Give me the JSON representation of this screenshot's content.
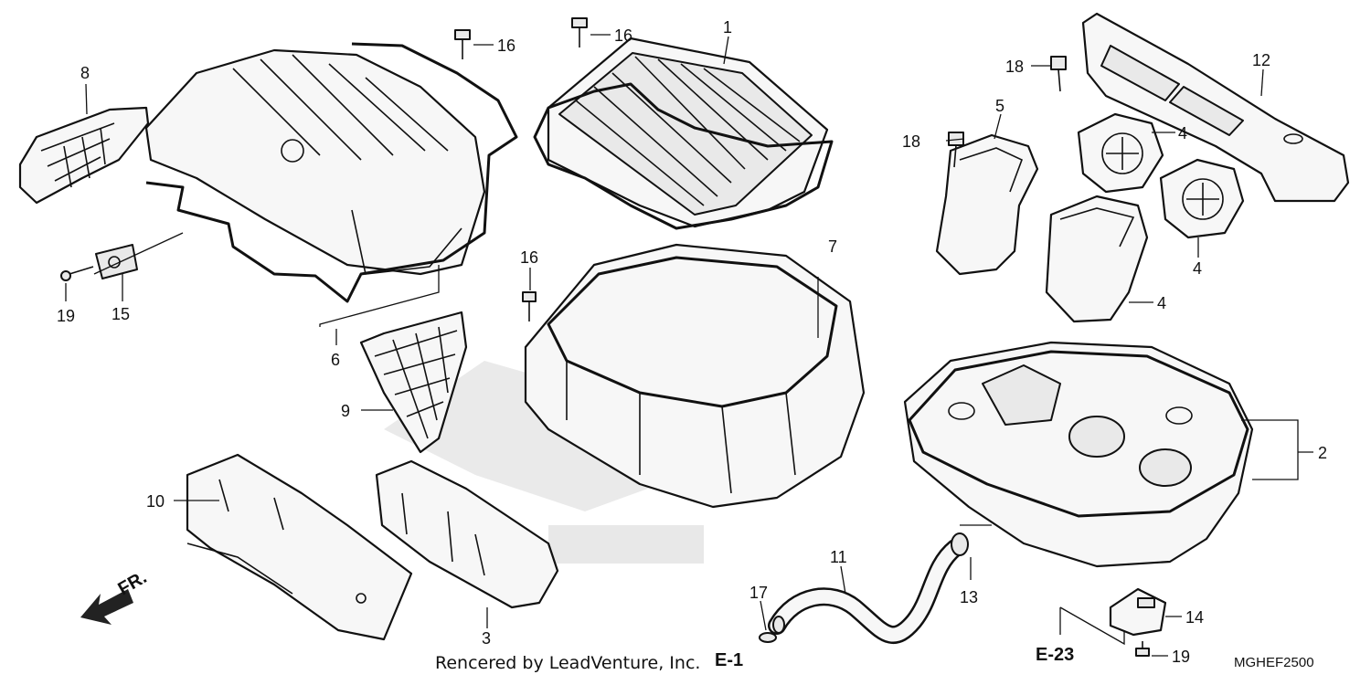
{
  "diagram": {
    "callouts": {
      "c1": "1",
      "c2": "2",
      "c3": "3",
      "c4a": "4",
      "c4b": "4",
      "c4c": "4",
      "c5": "5",
      "c6": "6",
      "c7": "7",
      "c8": "8",
      "c9": "9",
      "c10": "10",
      "c11": "11",
      "c12": "12",
      "c13": "13",
      "c14": "14",
      "c15": "15",
      "c16a": "16",
      "c16b": "16",
      "c16c": "16",
      "c17": "17",
      "c18a": "18",
      "c18b": "18",
      "c19a": "19",
      "c19b": "19"
    },
    "refs": {
      "e1": "E-1",
      "e23": "E-23"
    },
    "front_label": "FR.",
    "footer": "Rencered by LeadVenture, Inc.",
    "code": "MGHEF2500"
  }
}
